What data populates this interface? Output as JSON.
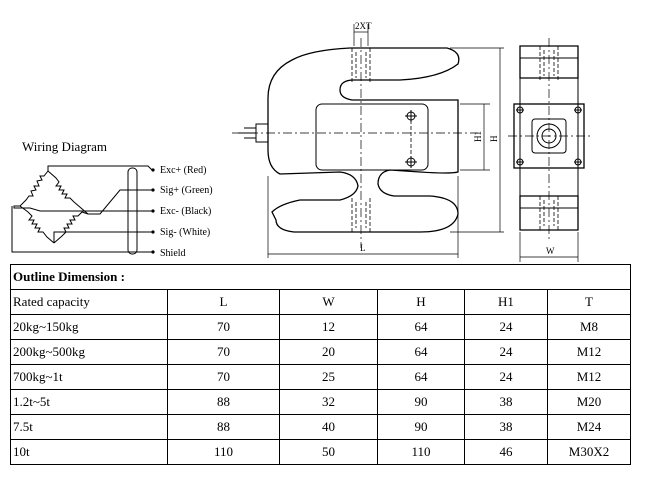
{
  "wiring": {
    "title": "Wiring Diagram",
    "labels": [
      "Exc+ (Red)",
      "Sig+ (Green)",
      "Exc- (Black)",
      "Sig- (White)",
      "Shield"
    ]
  },
  "dimension_labels": {
    "twoxt": "2XT",
    "h1": "H1",
    "h": "H",
    "l": "L",
    "w": "W"
  },
  "table": {
    "title": "Outline Dimension :",
    "headers": [
      "Rated capacity",
      "L",
      "W",
      "H",
      "H1",
      "T"
    ],
    "rows": [
      [
        "20kg~150kg",
        "70",
        "12",
        "64",
        "24",
        "M8"
      ],
      [
        "200kg~500kg",
        "70",
        "20",
        "64",
        "24",
        "M12"
      ],
      [
        "700kg~1t",
        "70",
        "25",
        "64",
        "24",
        "M12"
      ],
      [
        "1.2t~5t",
        "88",
        "32",
        "90",
        "38",
        "M20"
      ],
      [
        "7.5t",
        "88",
        "40",
        "90",
        "38",
        "M24"
      ],
      [
        "10t",
        "110",
        "50",
        "110",
        "46",
        "M30X2"
      ]
    ]
  }
}
